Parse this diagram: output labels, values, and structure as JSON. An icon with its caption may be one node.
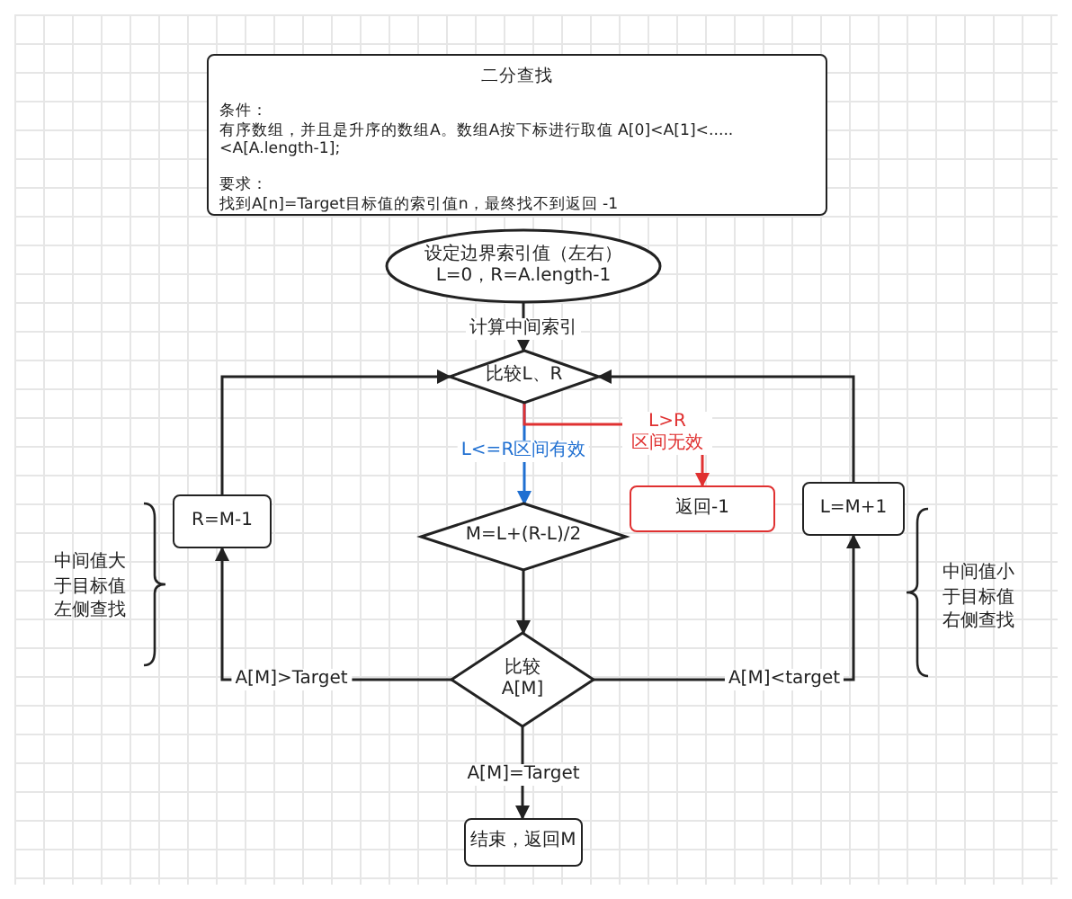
{
  "diagram": {
    "nodes": [
      {
        "text": [
          "二分查找",
          "条件：",
          "有序数组，并且是升序的数组A。数组A按下标进行取值 A[0]<A[1]<.....<A[A.length-1];",
          "要求：",
          "找到A[n]=Target目标值的索引值n，最终找不到返回 -1"
        ]
      },
      {
        "text": [
          "设定边界索引值（左右） L=0，R=A.length-1"
        ]
      },
      {
        "text": [
          "比较L、R"
        ]
      },
      {
        "text": [
          "M=L+(R-L)/2"
        ]
      },
      {
        "text": [
          "返回-1"
        ]
      },
      {
        "text": [
          "R=M-1"
        ],
        "beside": [
          "中间值大于目标值左侧查找"
        ]
      },
      {
        "text": [
          "L=M+1"
        ],
        "beside": [
          "中间值小于目标值右侧查找"
        ]
      },
      {
        "text": [
          "比较 A[M]"
        ]
      },
      {
        "text": [
          "结束，返回M"
        ]
      }
    ],
    "edges": [
      {
        "from": 1,
        "to": 2,
        "arrow": "to",
        "label": "计算中间索引"
      },
      {
        "from": 2,
        "to": 3,
        "arrow": "to",
        "label": "L<=R区间有效",
        "color": "#1f6fd1"
      },
      {
        "from": 2,
        "to": 4,
        "arrow": "to",
        "label": "L>R 区间无效",
        "color": "#e03131"
      },
      {
        "from": 3,
        "to": 7,
        "arrow": "to"
      },
      {
        "from": 7,
        "to": 5,
        "arrow": "to",
        "label": "A[M]>Target"
      },
      {
        "from": 7,
        "to": 6,
        "arrow": "to",
        "label": "A[M]<target"
      },
      {
        "from": 7,
        "to": 8,
        "arrow": "to",
        "label": "A[M]=Target"
      },
      {
        "from": 5,
        "to": 2,
        "arrow": "to"
      },
      {
        "from": 6,
        "to": 2,
        "arrow": "to"
      }
    ]
  }
}
